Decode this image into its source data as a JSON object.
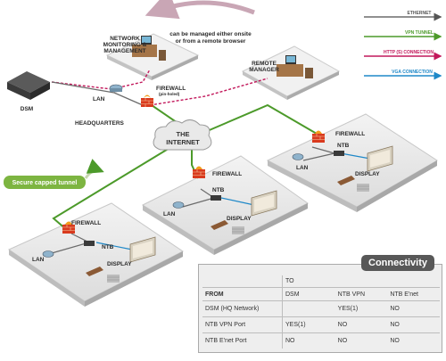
{
  "managed_note": {
    "line1": "can be managed either onsite",
    "line2": "or from a remote browser"
  },
  "labels": {
    "netmon_1": "NETWORK",
    "netmon_2": "MONITORING &",
    "netmon_3": "MANAGEMENT",
    "remote_1": "REMOTE",
    "remote_2": "MANAGER",
    "dsm": "DSM",
    "lan_hq": "LAN",
    "firewall_hq": "FIREWALL",
    "firewall_hq_sub": "(pin-holed)",
    "headquarters": "HEADQUARTERS",
    "internet_1": "THE",
    "internet_2": "INTERNET",
    "tunnel_note": "Secure capped tunnel",
    "fw_right": "FIREWALL",
    "ntb_right": "NTB",
    "lan_right": "LAN",
    "display_right": "DISPLAY",
    "fw_mid": "FIREWALL",
    "ntb_mid": "NTB",
    "lan_mid": "LAN",
    "display_mid": "DISPLAY",
    "fw_left": "FIREWALL",
    "ntb_left": "NTB",
    "lan_left": "LAN",
    "display_left": "DISPLAY"
  },
  "legend": [
    {
      "label": "ETHERNET",
      "color": "#6b6b6b"
    },
    {
      "label": "VPN TUNNEL",
      "color": "#4c9a2a"
    },
    {
      "label": "HTTP (S) CONNECTION",
      "color": "#c2185b"
    },
    {
      "label": "VGA CONNECTION",
      "color": "#1e88c8"
    }
  ],
  "connectivity": {
    "title": "Connectivity",
    "to_label": "TO",
    "from_label": "FROM",
    "columns": [
      "DSM",
      "NTB VPN",
      "NTB E'net"
    ],
    "rows": [
      {
        "from": "DSM (HQ Network)",
        "cells": [
          "",
          "YES(1)",
          "NO"
        ]
      },
      {
        "from": "NTB VPN Port",
        "cells": [
          "YES(1)",
          "NO",
          "NO"
        ]
      },
      {
        "from": "NTB E'net Port",
        "cells": [
          "NO",
          "NO",
          "NO"
        ]
      }
    ]
  }
}
